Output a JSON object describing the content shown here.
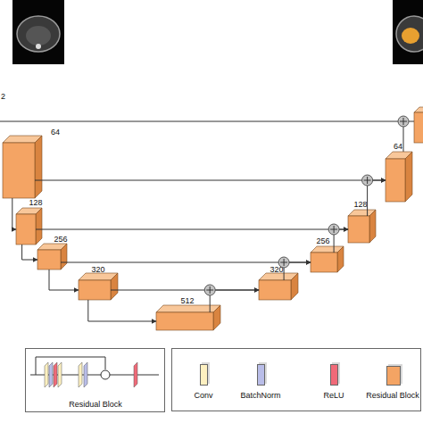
{
  "diagram": {
    "nodes": [
      {
        "text": [
          "64"
        ]
      },
      {
        "text": [
          "128"
        ]
      },
      {
        "text": [
          "256"
        ]
      },
      {
        "text": [
          "320"
        ]
      },
      {
        "text": [
          "512"
        ]
      },
      {
        "text": [
          "320"
        ]
      },
      {
        "text": [
          "256"
        ]
      },
      {
        "text": [
          "128"
        ]
      },
      {
        "text": [
          "64"
        ]
      },
      {
        "text": [
          "Residual Block"
        ]
      }
    ],
    "edges": [
      {
        "from": 0,
        "to": 1,
        "arrow": "to"
      },
      {
        "from": 1,
        "to": 2,
        "arrow": "to"
      },
      {
        "from": 2,
        "to": 3,
        "arrow": "to"
      },
      {
        "from": 3,
        "to": 4,
        "arrow": "to"
      },
      {
        "from": 4,
        "to": 5,
        "arrow": "to"
      },
      {
        "from": 3,
        "to": 5,
        "arrow": "to"
      },
      {
        "from": 5,
        "to": 6,
        "arrow": "to"
      },
      {
        "from": 2,
        "to": 6,
        "arrow": "to"
      },
      {
        "from": 6,
        "to": 7,
        "arrow": "to"
      },
      {
        "from": 1,
        "to": 7,
        "arrow": "to"
      },
      {
        "from": 7,
        "to": 8,
        "arrow": "to"
      },
      {
        "from": 0,
        "to": 8,
        "arrow": "to"
      }
    ],
    "labels": [
      "2"
    ],
    "legend": [
      {
        "text": "Conv",
        "color": "#fdf0c0"
      },
      {
        "text": "BatchNorm",
        "color": "#b9bde8"
      },
      {
        "text": "ReLU",
        "color": "#f06a78"
      },
      {
        "text": "Residual Block",
        "color": "#f4a464"
      }
    ]
  }
}
